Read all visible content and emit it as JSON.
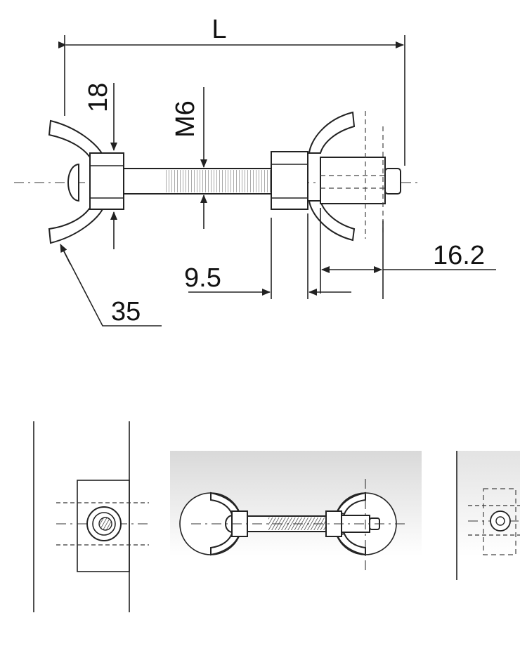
{
  "dimensions": {
    "length": "L",
    "nut_width": "18",
    "thread": "M6",
    "radius": "35",
    "offset": "9.5",
    "shaft_length": "16.2"
  }
}
